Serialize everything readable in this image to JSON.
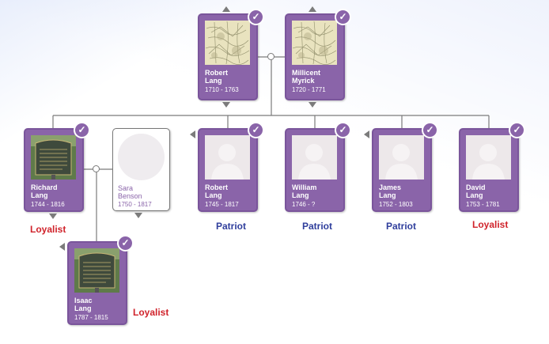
{
  "tree": {
    "parents": [
      {
        "name_first": "Robert",
        "name_last": "Lang",
        "dates": "1710 - 1763",
        "photo": "map-photo",
        "check": "✓"
      },
      {
        "name_first": "Millicent",
        "name_last": "Myrick",
        "dates": "1720 - 1771",
        "photo": "map-photo",
        "check": "✓"
      }
    ],
    "children": [
      {
        "name_first": "Richard",
        "name_last": "Lang",
        "dates": "1744 - 1816",
        "photo": "marker-photo",
        "check": "✓",
        "label": "Loyalist"
      },
      {
        "name_first": "Robert",
        "name_last": "Lang",
        "dates": "1745 - 1817",
        "photo": "silhouette",
        "check": "✓",
        "label": "Patriot"
      },
      {
        "name_first": "William",
        "name_last": "Lang",
        "dates": "1746 - ?",
        "photo": "silhouette",
        "check": "✓",
        "label": "Patriot"
      },
      {
        "name_first": "James",
        "name_last": "Lang",
        "dates": "1752 - 1803",
        "photo": "silhouette",
        "check": "✓",
        "label": "Patriot"
      },
      {
        "name_first": "David",
        "name_last": "Lang",
        "dates": "1753 - 1781",
        "photo": "silhouette",
        "check": "✓",
        "label": "Loyalist"
      }
    ],
    "spouse": {
      "name_first": "Sara",
      "name_last": "Benson",
      "dates": "1750 - 1817",
      "photo": "silhouette-circle"
    },
    "grandchild": {
      "name_first": "Isaac",
      "name_last": "Lang",
      "dates": "1787 - 1815",
      "photo": "marker-photo",
      "check": "✓",
      "label": "Loyalist"
    }
  },
  "colors": {
    "card": "#8a64a9",
    "loyalist": "#d0232b",
    "patriot": "#2f3e9c",
    "connector": "#7b7b7b"
  },
  "icons": [
    "check-icon",
    "arrow-up-icon",
    "arrow-down-icon",
    "arrow-left-icon",
    "silhouette-icon"
  ]
}
